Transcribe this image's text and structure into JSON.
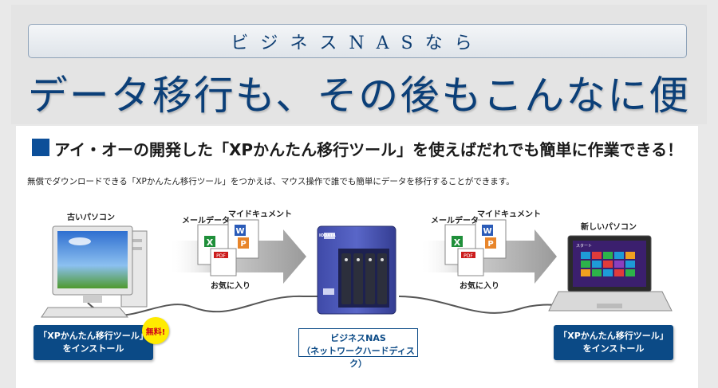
{
  "tagline": "ビジネスNASなら",
  "headline": "データ移行も、その後もこんなに便利！",
  "sub_heading": "アイ・オーの開発した「XPかんたん移行ツール」を使えばだれでも簡単に作業できる！",
  "description": "無償でダウンロードできる「XPかんたん移行ツール」をつかえば、マウス操作で誰でも簡単にデータを移行することができます。",
  "old_pc": {
    "label": "古いパソコン",
    "install_line1": "「XPかんたん移行ツール」",
    "install_line2": "をインストール",
    "free_badge": "無料!"
  },
  "new_pc": {
    "label": "新しいパソコン",
    "install_line1": "「XPかんたん移行ツール」",
    "install_line2": "をインストール",
    "screen_text": "スタート"
  },
  "nas": {
    "line1": "ビジネスNAS",
    "line2": "（ネットワークハードディスク）",
    "brand": "IODATA"
  },
  "data_types": {
    "mail": "メールデータ",
    "documents": "マイドキュメント",
    "favorites": "お気に入り"
  },
  "colors": {
    "brand_blue": "#0b4a86",
    "headline_blue": "#0b3f78"
  }
}
